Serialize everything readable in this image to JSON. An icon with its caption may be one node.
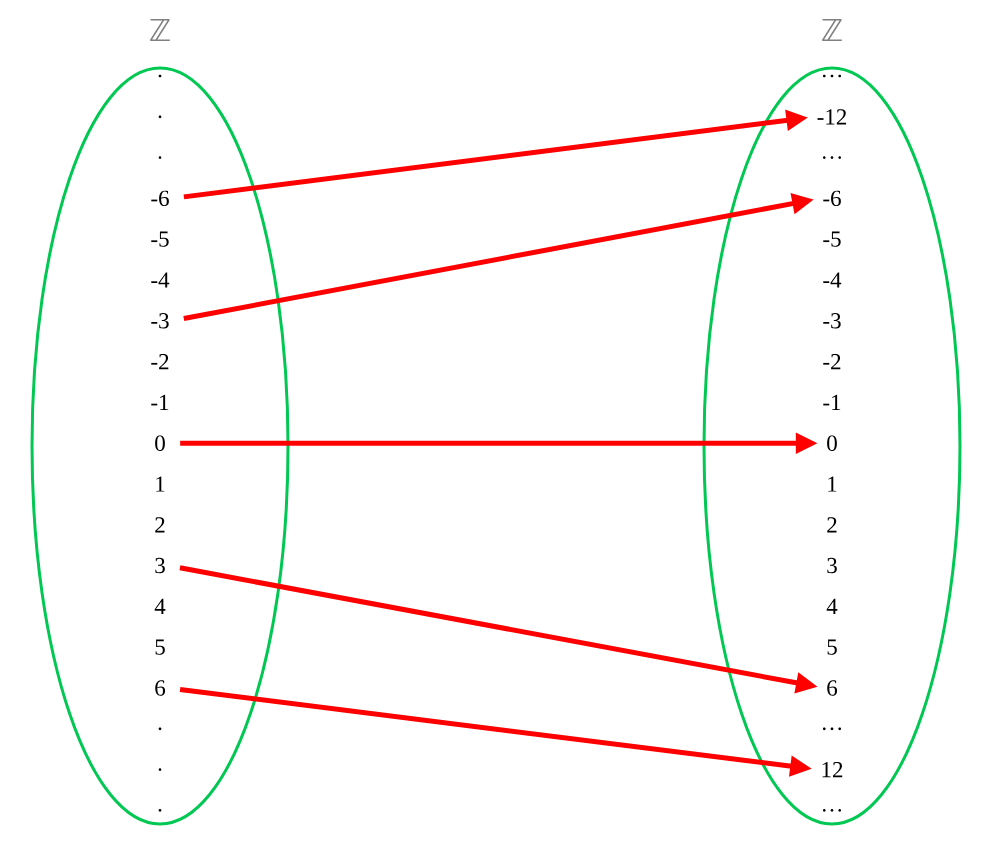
{
  "diagram": {
    "nodes": [
      {
        "text": [
          "ℤ"
        ]
      },
      {
        "text": [
          "."
        ],
        "in": 0
      },
      {
        "text": [
          "."
        ],
        "in": 0
      },
      {
        "text": [
          "."
        ],
        "in": 0
      },
      {
        "text": [
          "-6"
        ],
        "in": 0
      },
      {
        "text": [
          "-5"
        ],
        "in": 0
      },
      {
        "text": [
          "-4"
        ],
        "in": 0
      },
      {
        "text": [
          "-3"
        ],
        "in": 0
      },
      {
        "text": [
          "-2"
        ],
        "in": 0
      },
      {
        "text": [
          "-1"
        ],
        "in": 0
      },
      {
        "text": [
          "0"
        ],
        "in": 0
      },
      {
        "text": [
          "1"
        ],
        "in": 0
      },
      {
        "text": [
          "2"
        ],
        "in": 0
      },
      {
        "text": [
          "3"
        ],
        "in": 0
      },
      {
        "text": [
          "4"
        ],
        "in": 0
      },
      {
        "text": [
          "5"
        ],
        "in": 0
      },
      {
        "text": [
          "6"
        ],
        "in": 0
      },
      {
        "text": [
          "."
        ],
        "in": 0
      },
      {
        "text": [
          "."
        ],
        "in": 0
      },
      {
        "text": [
          "."
        ],
        "in": 0
      },
      {
        "text": [
          "ℤ"
        ]
      },
      {
        "text": [
          "…"
        ],
        "in": 20
      },
      {
        "text": [
          "-12"
        ],
        "in": 20
      },
      {
        "text": [
          "…"
        ],
        "in": 20
      },
      {
        "text": [
          "-6"
        ],
        "in": 20
      },
      {
        "text": [
          "-5"
        ],
        "in": 20
      },
      {
        "text": [
          "-4"
        ],
        "in": 20
      },
      {
        "text": [
          "-3"
        ],
        "in": 20
      },
      {
        "text": [
          "-2"
        ],
        "in": 20
      },
      {
        "text": [
          "-1"
        ],
        "in": 20
      },
      {
        "text": [
          "0"
        ],
        "in": 20
      },
      {
        "text": [
          "1"
        ],
        "in": 20
      },
      {
        "text": [
          "2"
        ],
        "in": 20
      },
      {
        "text": [
          "3"
        ],
        "in": 20
      },
      {
        "text": [
          "4"
        ],
        "in": 20
      },
      {
        "text": [
          "5"
        ],
        "in": 20
      },
      {
        "text": [
          "6"
        ],
        "in": 20
      },
      {
        "text": [
          "…"
        ],
        "in": 20
      },
      {
        "text": [
          "12"
        ],
        "in": 20
      },
      {
        "text": [
          "…"
        ],
        "in": 20
      }
    ],
    "edges": [
      {
        "from": 4,
        "to": 22,
        "arrow": "to"
      },
      {
        "from": 7,
        "to": 24,
        "arrow": "to"
      },
      {
        "from": 10,
        "to": 30,
        "arrow": "to"
      },
      {
        "from": 13,
        "to": 36,
        "arrow": "to"
      },
      {
        "from": 16,
        "to": 38,
        "arrow": "to"
      }
    ]
  }
}
